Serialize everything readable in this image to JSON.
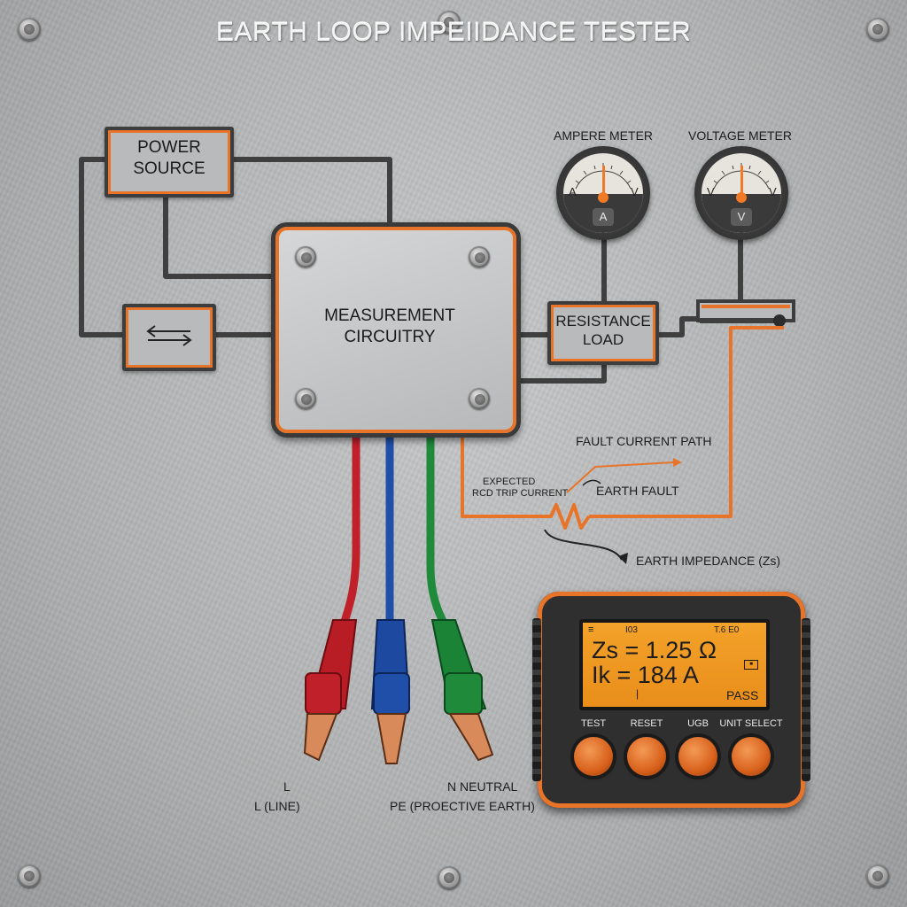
{
  "title": "EARTH LOOP IMPEIIDANCE TESTER",
  "blocks": {
    "power_source": [
      "POWER",
      "SOURCE"
    ],
    "measurement": [
      "MEASUREMENT",
      "CIRCUITRY"
    ],
    "resistance": [
      "RESISTANCE",
      "LOAD"
    ]
  },
  "meters": {
    "ampere": {
      "title": "AMPERE METER",
      "left_unit": "A",
      "right_unit": "V",
      "bottom": "A"
    },
    "voltage": {
      "title": "VOLTAGE METER",
      "left_unit": "V",
      "right_unit": "V",
      "bottom": "V"
    }
  },
  "annotations": {
    "fault_path": "FAULT CURRENT PATH",
    "expected_1": "EXPECTED",
    "expected_2": "RCD TRIP CURRENT",
    "earth_fault": "EARTH FAULT",
    "earth_impedance": "EARTH IMPEDANCE (Zs)"
  },
  "leads": {
    "l": "L",
    "line": "L (LINE)",
    "neutral": "N NEUTRAL",
    "pe": "PE (PROECTIVE EARTH)"
  },
  "tester": {
    "lcd_top_right": "T.6 E0",
    "lcd_top_mid": "I03",
    "zs_line": "Zs = 1.25 Ω",
    "ik_line": "Ik = 184 A",
    "status": "PASS",
    "buttons": [
      "TEST",
      "RESET",
      "UGB",
      "UNIT SELECT"
    ]
  },
  "colors": {
    "accent_orange": "#e8742a",
    "line_lead": "#c0202a",
    "neutral_lead": "#1f4fa8",
    "earth_lead": "#1e8a3a",
    "lcd": "#f3a22a"
  }
}
